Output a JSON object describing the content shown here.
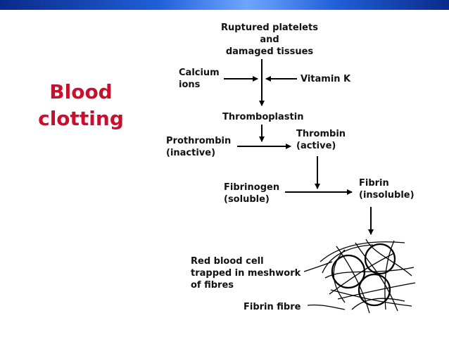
{
  "colors": {
    "title": "#c8102e",
    "bar": "#1f5fd6"
  },
  "title": {
    "line1": "Blood",
    "line2": "clotting"
  },
  "diagram": {
    "ruptured_1": "Ruptured platelets",
    "ruptured_2": "and",
    "ruptured_3": "damaged tissues",
    "calcium_1": "Calcium",
    "calcium_2": "ions",
    "vitamin_k": "Vitamin K",
    "thromboplastin": "Thromboplastin",
    "prothrombin_1": "Prothrombin",
    "prothrombin_2": "(inactive)",
    "thrombin_1": "Thrombin",
    "thrombin_2": "(active)",
    "fibrinogen_1": "Fibrinogen",
    "fibrinogen_2": "(soluble)",
    "fibrin_1": "Fibrin",
    "fibrin_2": "(insoluble)",
    "rbc_1": "Red blood cell",
    "rbc_2": "trapped in meshwork",
    "rbc_3": "of fibres",
    "fibrin_fibre": "Fibrin fibre"
  }
}
